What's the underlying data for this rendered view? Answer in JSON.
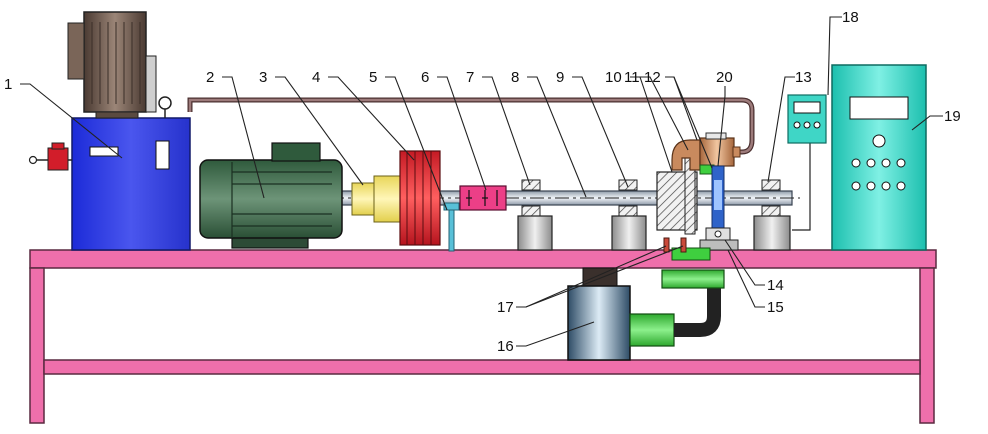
{
  "labels": [
    {
      "id": "1",
      "text": "1"
    },
    {
      "id": "2",
      "text": "2"
    },
    {
      "id": "3",
      "text": "3"
    },
    {
      "id": "4",
      "text": "4"
    },
    {
      "id": "5",
      "text": "5"
    },
    {
      "id": "6",
      "text": "6"
    },
    {
      "id": "7",
      "text": "7"
    },
    {
      "id": "8",
      "text": "8"
    },
    {
      "id": "9",
      "text": "9"
    },
    {
      "id": "10",
      "text": "10"
    },
    {
      "id": "11",
      "text": "11"
    },
    {
      "id": "12",
      "text": "12"
    },
    {
      "id": "13",
      "text": "13"
    },
    {
      "id": "14",
      "text": "14"
    },
    {
      "id": "15",
      "text": "15"
    },
    {
      "id": "16",
      "text": "16"
    },
    {
      "id": "17",
      "text": "17"
    },
    {
      "id": "18",
      "text": "18"
    },
    {
      "id": "19",
      "text": "19"
    },
    {
      "id": "20",
      "text": "20"
    }
  ],
  "colors": {
    "frame": "#ee6aa7",
    "hydraulic_tank": "#3340e0",
    "motor": "#3b6b4a",
    "coupling": "#f2e27a",
    "flywheel": "#e8323a",
    "clutch": "#e8367c",
    "shaft": "#b9c4d4",
    "bearing_block": "#cfcfcf",
    "cabinet": "#2fcfc0",
    "brake_caliper": "#c98a5e",
    "hose": "#7a5656",
    "pump": "#b9d7ea",
    "valve": "#3fcf3f"
  }
}
